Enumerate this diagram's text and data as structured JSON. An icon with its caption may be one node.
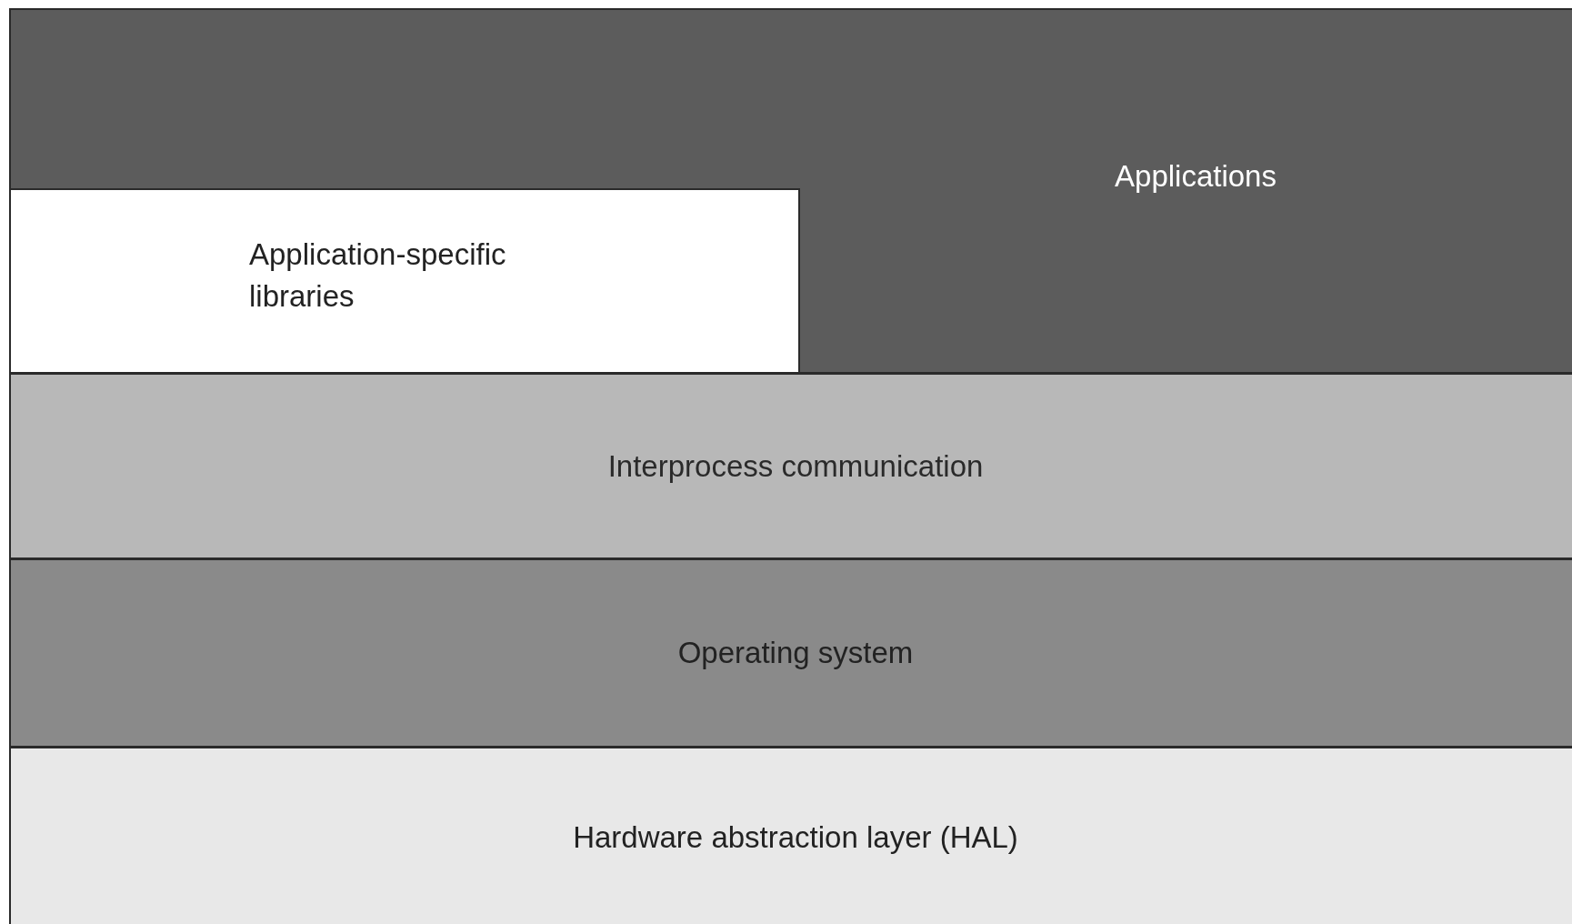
{
  "diagram": {
    "nodes": [
      {
        "text": [
          "Applications"
        ]
      },
      {
        "text": [
          "Application-specific libraries"
        ],
        "in": 0
      },
      {
        "text": [
          "Interprocess communication"
        ]
      },
      {
        "text": [
          "Operating system"
        ]
      },
      {
        "text": [
          "Hardware abstraction layer (HAL)"
        ]
      }
    ]
  }
}
